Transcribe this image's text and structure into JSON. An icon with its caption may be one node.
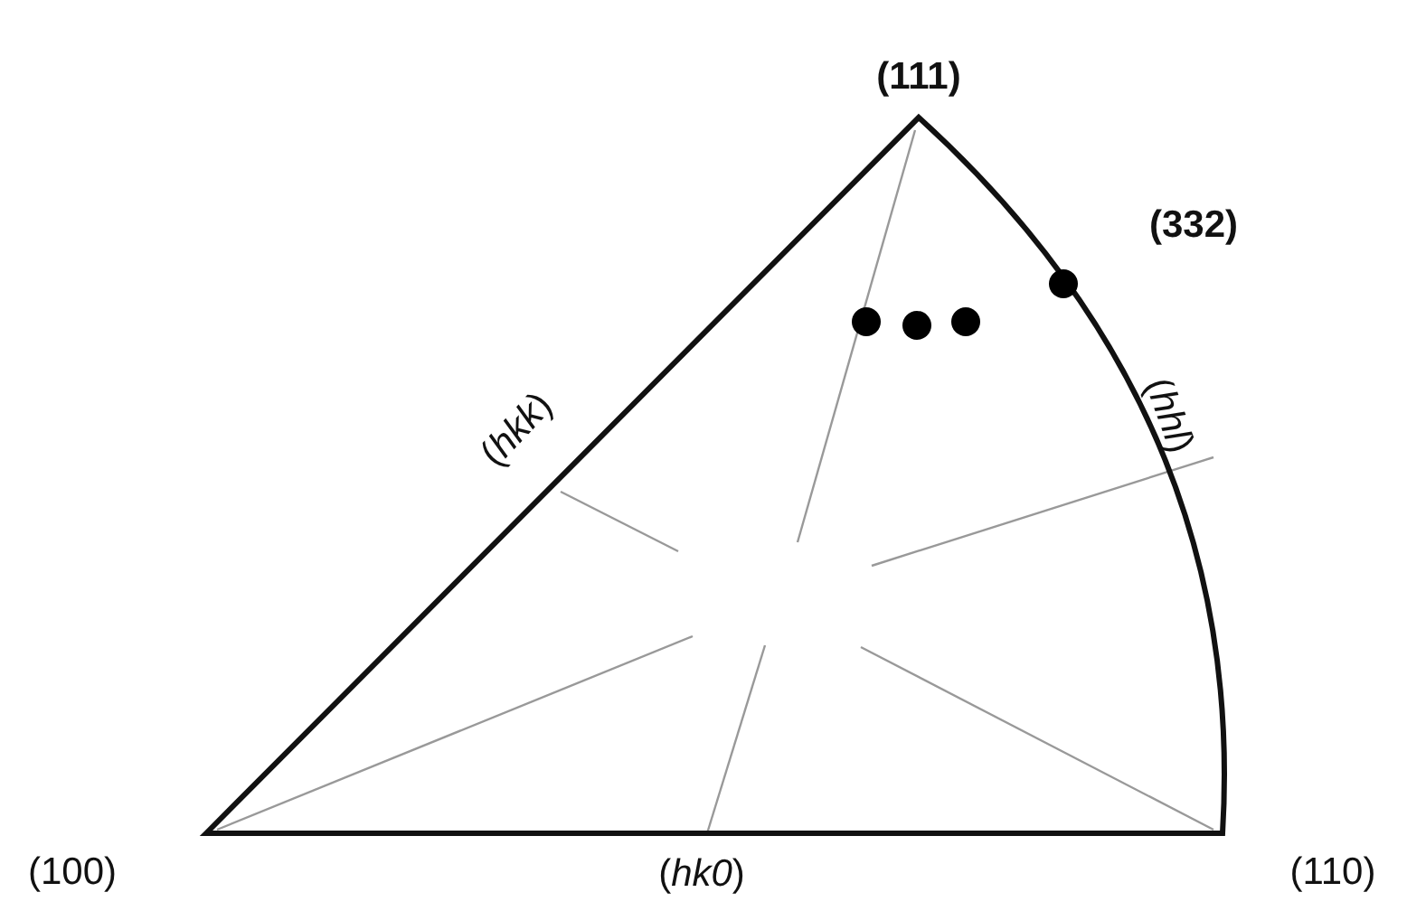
{
  "diagram": {
    "labels": [
      "(111)",
      "(332)",
      "(*hkk*)",
      "(*hhl*)",
      "(100)",
      "(*hk0*)",
      "(110)"
    ]
  }
}
